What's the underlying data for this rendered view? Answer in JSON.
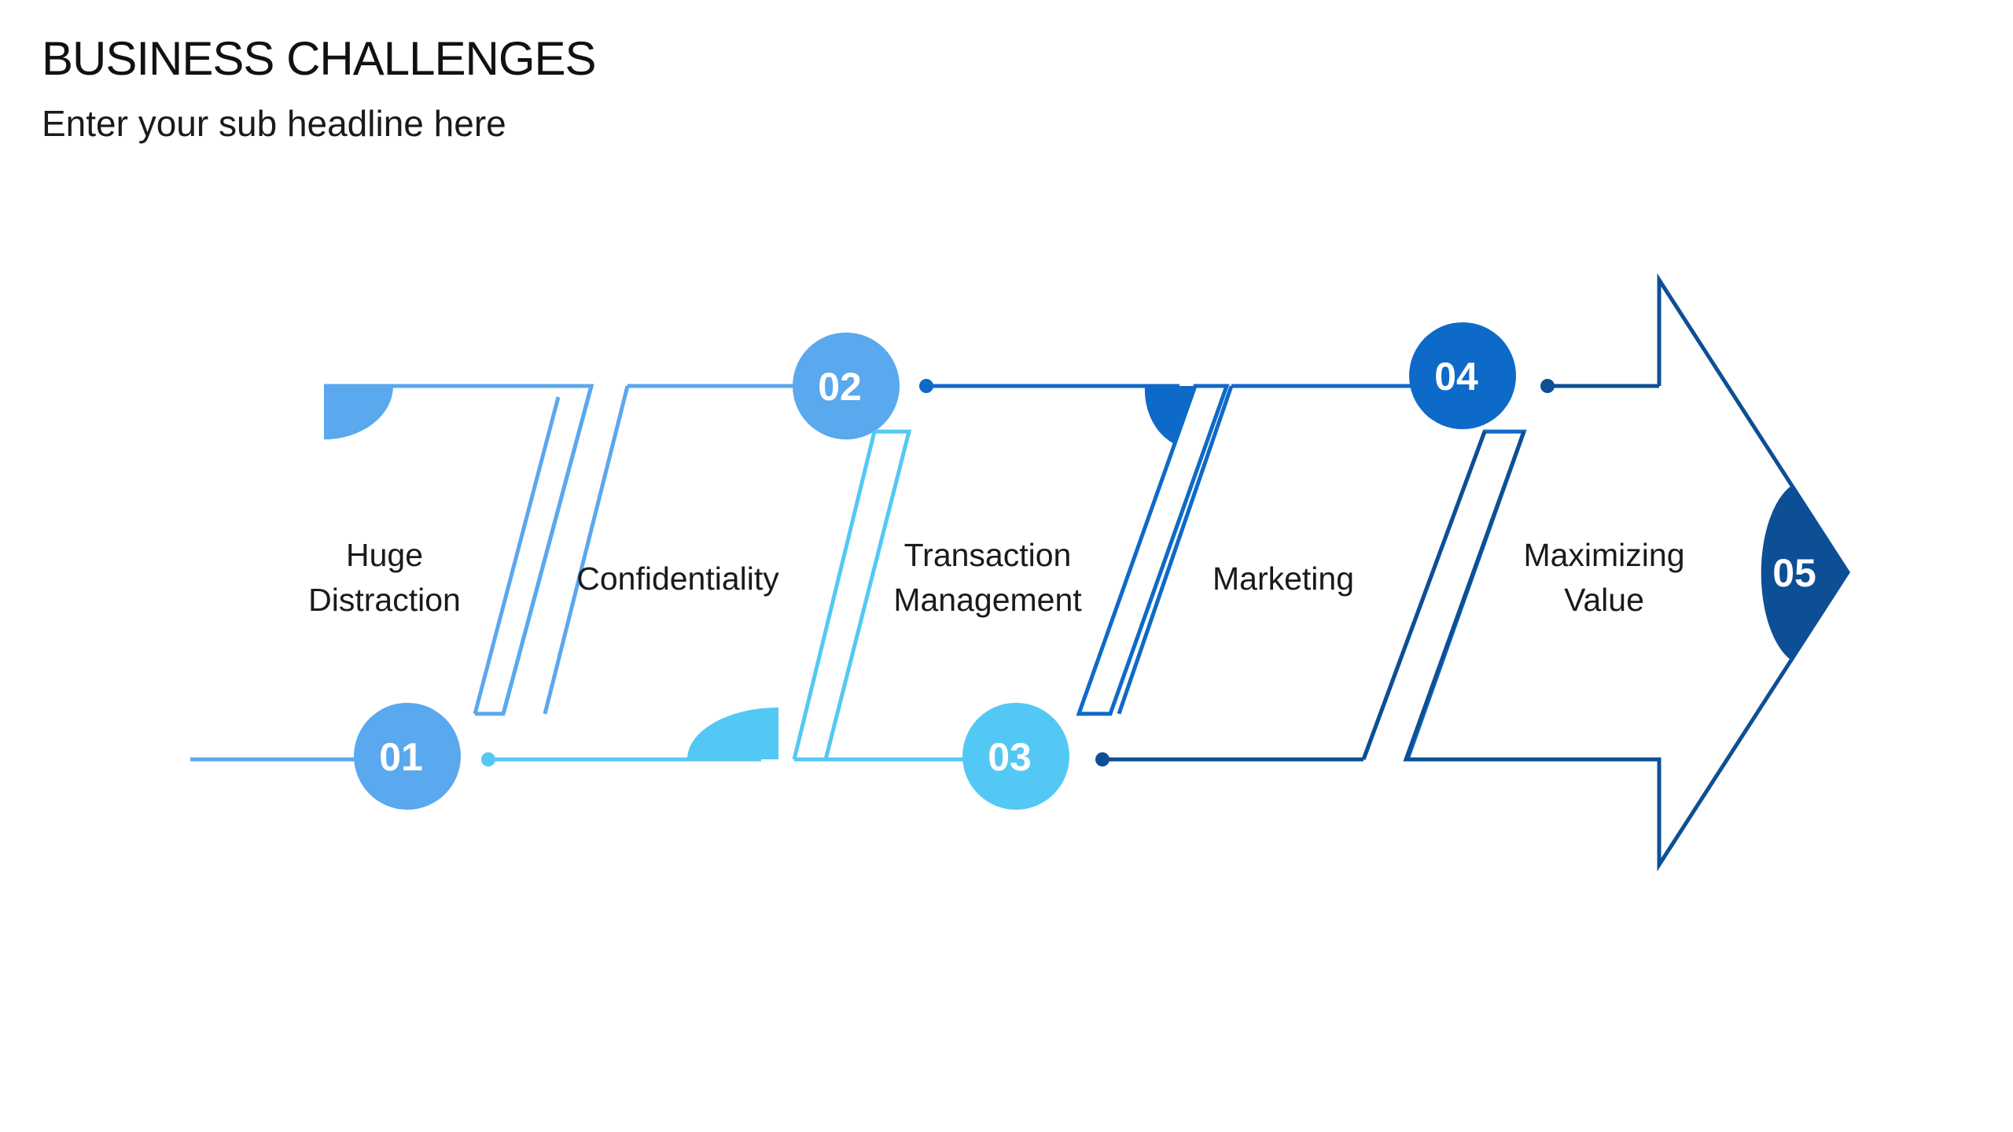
{
  "title": "BUSINESS CHALLENGES",
  "subtitle": "Enter your sub headline here",
  "colors": {
    "step1": "#5aa8ee",
    "step2": "#53c8f5",
    "step3": "#0e6ac8",
    "step4": "#0d4f95",
    "step5": "#0d4f95"
  },
  "steps": [
    {
      "number": "01",
      "label_line1": "Huge",
      "label_line2": "Distraction"
    },
    {
      "number": "02",
      "label": "Confidentiality"
    },
    {
      "number": "03",
      "label_line1": "Transaction",
      "label_line2": "Management"
    },
    {
      "number": "04",
      "label": "Marketing"
    },
    {
      "number": "05",
      "label_line1": "Maximizing",
      "label_line2": "Value"
    }
  ]
}
